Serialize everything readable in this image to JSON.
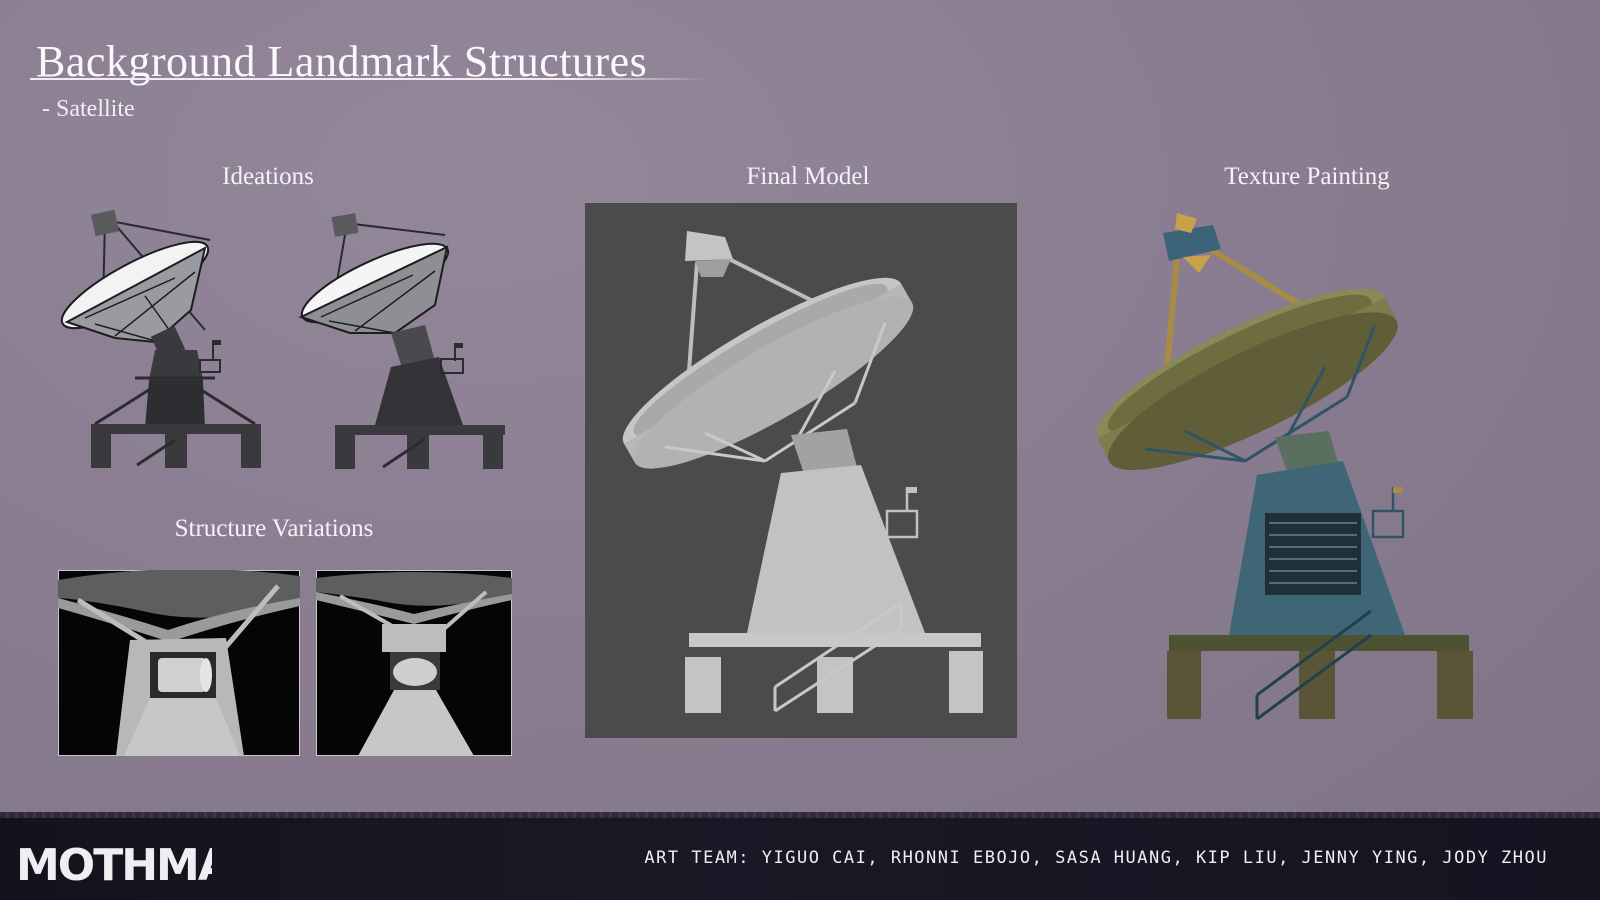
{
  "header": {
    "title": "Background Landmark Structures",
    "subtitle": "- Satellite"
  },
  "sections": {
    "ideations": "Ideations",
    "structure_variations": "Structure Variations",
    "final_model": "Final Model",
    "texture_painting": "Texture Painting"
  },
  "footer": {
    "logo_text": "MOTHMANIA",
    "credits": "ART TEAM: YIGUO CAI, RHONNI EBOJO, SASA HUANG, KIP LIU, JENNY YING, JODY ZHOU"
  },
  "colors": {
    "background": "#8a7d91",
    "footer": "#1a1724",
    "model_panel": "#4a4a4a",
    "model_grey": "#bdbdbd",
    "texture_blue": "#3f6676",
    "texture_olive": "#8c8a5a"
  }
}
